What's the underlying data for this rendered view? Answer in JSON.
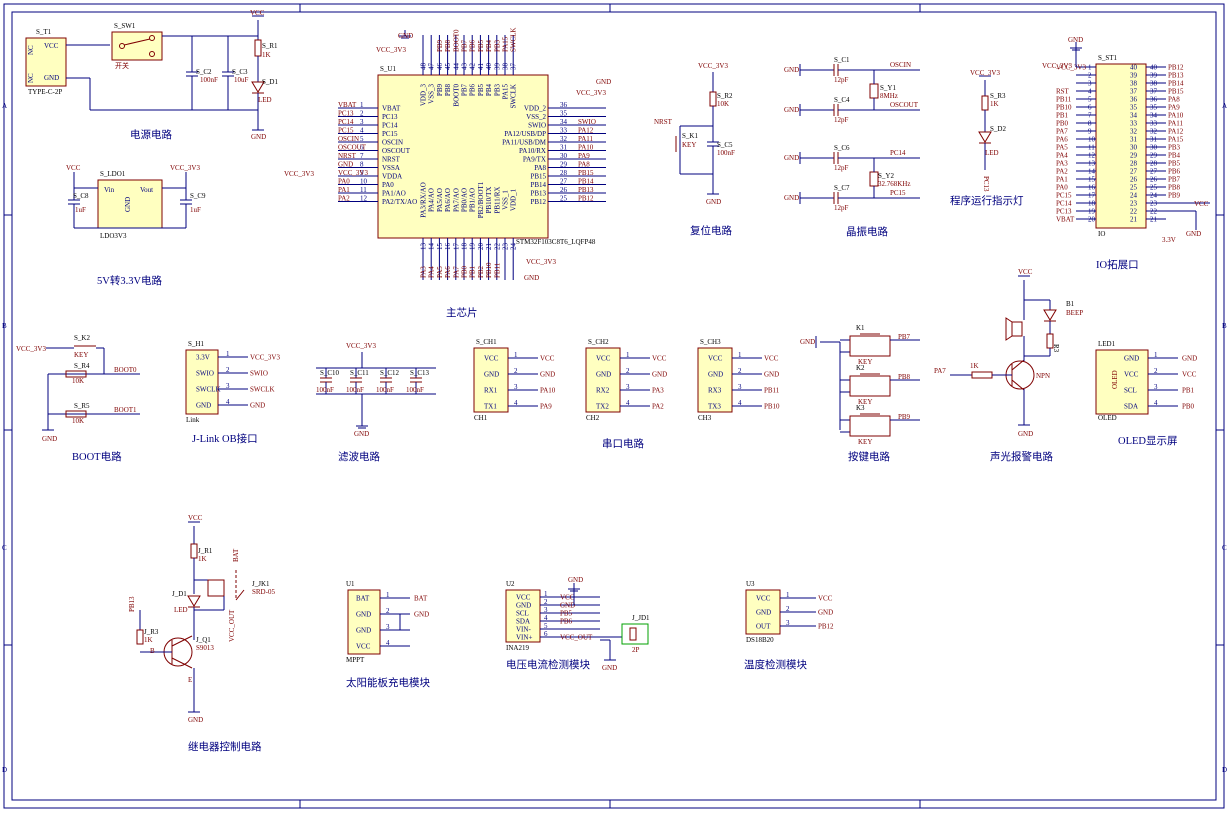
{
  "sheet": {
    "border_color": "#00007f",
    "wire_color": "#00007f",
    "body_color": "#7f0000",
    "fill_color": "#ffffc0",
    "zone_letters": [
      "A",
      "B",
      "C",
      "D"
    ]
  },
  "captions": {
    "power": "电源电路",
    "ldo": "5V转3.3V电路",
    "mcu": "主芯片",
    "reset": "复位电路",
    "crystal": "晶振电路",
    "led": "程序运行指示灯",
    "io": "IO拓展口",
    "boot": "BOOT电路",
    "jlink": "J-Link OB接口",
    "filter": "滤波电路",
    "serial": "串口电路",
    "keys": "按键电路",
    "alarm": "声光报警电路",
    "oled": "OLED显示屏",
    "relay": "继电器控制电路",
    "solar": "太阳能板充电模块",
    "ina": "电压电流检测模块",
    "temp": "温度检测模块"
  },
  "power": {
    "t1": "S_T1",
    "t1_part": "TYPE-C-2P",
    "t1_pins": [
      "VCC",
      "GND"
    ],
    "nc": "NC",
    "sw1": "S_SW1",
    "sw1_label": "开关",
    "c2": "S_C2",
    "c2_val": "100nF",
    "c3": "S_C3",
    "c3_val": "10uF",
    "r1": "S_R1",
    "r1_val": "1K",
    "d1": "S_D1",
    "d1_val": "LED",
    "vcc": "VCC",
    "gnd": "GND"
  },
  "ldo": {
    "des": "S_LDO1",
    "part": "LDO3V3",
    "vin": "Vin",
    "vout": "Vout",
    "gnd": "GND",
    "c8": "S_C8",
    "c9": "S_C9",
    "cval": "1uF",
    "vcc": "VCC",
    "v33": "VCC_3V3"
  },
  "mcu": {
    "des": "S_U1",
    "part": "STM32F103C8T6_LQFP48",
    "left": [
      {
        "n": "1",
        "name": "VBAT",
        "net": "VBAT"
      },
      {
        "n": "2",
        "name": "PC13",
        "net": "PC13"
      },
      {
        "n": "3",
        "name": "PC14",
        "net": "PC14"
      },
      {
        "n": "4",
        "name": "PC15",
        "net": "PC15"
      },
      {
        "n": "5",
        "name": "OSCIN",
        "net": "OSCIN"
      },
      {
        "n": "6",
        "name": "OSCOUT",
        "net": "OSCOUT"
      },
      {
        "n": "7",
        "name": "NRST",
        "net": "NRST"
      },
      {
        "n": "8",
        "name": "VSSA",
        "net": "GND"
      },
      {
        "n": "9",
        "name": "VDDA",
        "net": "VCC_3V3"
      },
      {
        "n": "10",
        "name": "PA0",
        "net": "PA0"
      },
      {
        "n": "11",
        "name": "PA1/AO",
        "net": "PA1"
      },
      {
        "n": "12",
        "name": "PA2/TX/AO",
        "net": "PA2"
      }
    ],
    "right": [
      {
        "n": "36",
        "name": "VDD_2",
        "net": ""
      },
      {
        "n": "35",
        "name": "VSS_2",
        "net": ""
      },
      {
        "n": "34",
        "name": "SWIO",
        "net": "SWIO"
      },
      {
        "n": "33",
        "name": "PA12/USB/DP",
        "net": "PA12"
      },
      {
        "n": "32",
        "name": "PA11/USB/DM",
        "net": "PA11"
      },
      {
        "n": "31",
        "name": "PA10/RX",
        "net": "PA10"
      },
      {
        "n": "30",
        "name": "PA9/TX",
        "net": "PA9"
      },
      {
        "n": "29",
        "name": "PA8",
        "net": "PA8"
      },
      {
        "n": "28",
        "name": "PB15",
        "net": "PB15"
      },
      {
        "n": "27",
        "name": "PB14",
        "net": "PB14"
      },
      {
        "n": "26",
        "name": "PB13",
        "net": "PB13"
      },
      {
        "n": "25",
        "name": "PB12",
        "net": "PB12"
      }
    ],
    "top": [
      {
        "n": "48",
        "name": "VDD_3",
        "net": ""
      },
      {
        "n": "47",
        "name": "VSS_3",
        "net": ""
      },
      {
        "n": "46",
        "name": "PB9",
        "net": "PB9"
      },
      {
        "n": "45",
        "name": "PB8",
        "net": "PB8"
      },
      {
        "n": "44",
        "name": "BOOT0",
        "net": "BOOT0"
      },
      {
        "n": "43",
        "name": "PB7",
        "net": "PB7"
      },
      {
        "n": "42",
        "name": "PB6",
        "net": "PB6"
      },
      {
        "n": "41",
        "name": "PB5",
        "net": "PB5"
      },
      {
        "n": "40",
        "name": "PB4",
        "net": "PB4"
      },
      {
        "n": "39",
        "name": "PB3",
        "net": "PB3"
      },
      {
        "n": "38",
        "name": "PA15",
        "net": "PA15"
      },
      {
        "n": "37",
        "name": "SWCLK",
        "net": "SWCLK"
      }
    ],
    "bottom": [
      {
        "n": "13",
        "name": "PA3/RX/AO",
        "net": "PA3"
      },
      {
        "n": "14",
        "name": "PA4/AO",
        "net": "PA4"
      },
      {
        "n": "15",
        "name": "PA5/AO",
        "net": "PA5"
      },
      {
        "n": "16",
        "name": "PA6/AO",
        "net": "PA6"
      },
      {
        "n": "17",
        "name": "PA7/AO",
        "net": "PA7"
      },
      {
        "n": "18",
        "name": "PB0/AO",
        "net": "PB0"
      },
      {
        "n": "19",
        "name": "PB1/AO",
        "net": "PB1"
      },
      {
        "n": "20",
        "name": "PB2/BOOT1",
        "net": "PB2"
      },
      {
        "n": "21",
        "name": "PB10/TX",
        "net": "PB10"
      },
      {
        "n": "22",
        "name": "PB11/RX",
        "net": "PB11"
      },
      {
        "n": "23",
        "name": "VSS_1",
        "net": ""
      },
      {
        "n": "24",
        "name": "VDD_1",
        "net": ""
      }
    ],
    "vcc33": "VCC_3V3",
    "gnd": "GND"
  },
  "reset": {
    "r2": "S_R2",
    "r2_val": "10K",
    "k1": "S_K1",
    "k1_val": "KEY",
    "c5": "S_C5",
    "c5_val": "100nF",
    "nrst": "NRST",
    "v33": "VCC_3V3",
    "gnd": "GND"
  },
  "crystal": {
    "c1": "S_C1",
    "c4": "S_C4",
    "c6": "S_C6",
    "c7": "S_C7",
    "cval": "12pF",
    "y1": "S_Y1",
    "y1_val": "8MHz",
    "y2": "S_Y2",
    "y2_val": "32.768KHz",
    "oscin": "OSCIN",
    "oscout": "OSCOUT",
    "pc14": "PC14",
    "pc15": "PC15",
    "gnd": "GND"
  },
  "led": {
    "r3": "S_R3",
    "r3_val": "1K",
    "d2": "S_D2",
    "d2_val": "LED",
    "net": "PC13",
    "v33": "VCC_3V3"
  },
  "io": {
    "des": "S_ST1",
    "part": "IO",
    "v33": "VCC_3V3",
    "gnd": "GND",
    "vcc": "VCC",
    "v33b": "3.3V",
    "left": [
      "VCC_3V3",
      "",
      "",
      "RST",
      "PB11",
      "PB10",
      "PB1",
      "PB0",
      "PA7",
      "PA6",
      "PA5",
      "PA4",
      "PA3",
      "PA2",
      "PA1",
      "PA0",
      "PC15",
      "PC14",
      "PC13",
      "VBAT"
    ],
    "right": [
      "PB12",
      "PB13",
      "PB14",
      "PB15",
      "PA8",
      "PA9",
      "PA10",
      "PA11",
      "PA12",
      "PA15",
      "PB3",
      "PB4",
      "PB5",
      "PB6",
      "PB7",
      "PB8",
      "PB9",
      "",
      "",
      ""
    ],
    "lnum": [
      "1",
      "2",
      "3",
      "4",
      "5",
      "6",
      "7",
      "8",
      "9",
      "10",
      "11",
      "12",
      "13",
      "14",
      "15",
      "16",
      "17",
      "18",
      "19",
      "20"
    ],
    "rnum": [
      "40",
      "39",
      "38",
      "37",
      "36",
      "35",
      "34",
      "33",
      "32",
      "31",
      "30",
      "29",
      "28",
      "27",
      "26",
      "25",
      "24",
      "23",
      "22",
      "21"
    ]
  },
  "boot": {
    "k2": "S_K2",
    "k2_val": "KEY",
    "r4": "S_R4",
    "r5": "S_R5",
    "rval": "10K",
    "boot0": "BOOT0",
    "boot1": "BOOT1",
    "v33": "VCC_3V3",
    "gnd": "GND"
  },
  "jlink": {
    "des": "S_H1",
    "part": "Link",
    "pins": [
      {
        "n": "1",
        "name": "3.3V",
        "net": "VCC_3V3"
      },
      {
        "n": "2",
        "name": "SWIO",
        "net": "SWIO"
      },
      {
        "n": "3",
        "name": "SWCLK",
        "net": "SWCLK"
      },
      {
        "n": "4",
        "name": "GND",
        "net": "GND"
      }
    ]
  },
  "filter": {
    "caps": [
      "S_C10",
      "S_C11",
      "S_C12",
      "S_C13"
    ],
    "cval": "100nF",
    "v33": "VCC_3V3",
    "gnd": "GND"
  },
  "serial": [
    {
      "des": "S_CH1",
      "part": "CH1",
      "pins": [
        "VCC",
        "GND",
        "RX1",
        "TX1"
      ],
      "nets": [
        "VCC",
        "GND",
        "PA10",
        "PA9"
      ]
    },
    {
      "des": "S_CH2",
      "part": "CH2",
      "pins": [
        "VCC",
        "GND",
        "RX2",
        "TX2"
      ],
      "nets": [
        "VCC",
        "GND",
        "PA3",
        "PA2"
      ]
    },
    {
      "des": "S_CH3",
      "part": "CH3",
      "pins": [
        "VCC",
        "GND",
        "RX3",
        "TX3"
      ],
      "nets": [
        "VCC",
        "GND",
        "PB11",
        "PB10"
      ]
    }
  ],
  "keys": {
    "gnd": "GND",
    "items": [
      {
        "des": "K1",
        "val": "KEY",
        "net": "PB7"
      },
      {
        "des": "K2",
        "val": "KEY",
        "net": "PB8"
      },
      {
        "des": "K3",
        "val": "KEY",
        "net": "PB9"
      }
    ]
  },
  "alarm": {
    "b1": "B1",
    "b1_val": "BEEP",
    "r": "1K",
    "q": "NPN",
    "pa7": "PA7",
    "vcc": "VCC",
    "gnd": "GND",
    "r3": "R3"
  },
  "oled": {
    "des": "LED1",
    "part": "OLED",
    "body": "OLED",
    "pins": [
      {
        "n": "1",
        "name": "GND",
        "net": "GND"
      },
      {
        "n": "2",
        "name": "VCC",
        "net": "VCC"
      },
      {
        "n": "3",
        "name": "SCL",
        "net": "PB1"
      },
      {
        "n": "4",
        "name": "SDA",
        "net": "PB0"
      }
    ]
  },
  "relay": {
    "r1": "J_R1",
    "r1_val": "1K",
    "d1": "J_D1",
    "d1_val": "LED",
    "jk": "J_JK1",
    "jk_val": "SRD-05",
    "q1": "J_Q1",
    "q1_val": "S9013",
    "r3": "J_R3",
    "r3_val": "1K",
    "pb13": "PB13",
    "bat": "BAT",
    "vcc_out": "VCC_OUT",
    "vcc": "VCC",
    "gnd": "GND",
    "b": "B",
    "e": "E"
  },
  "solar": {
    "des": "U1",
    "part": "MPPT",
    "pins": [
      {
        "n": "1",
        "name": "BAT",
        "net": "BAT"
      },
      {
        "n": "2",
        "name": "GND",
        "net": "GND"
      },
      {
        "n": "3",
        "name": "GND",
        "net": ""
      },
      {
        "n": "4",
        "name": "VCC",
        "net": ""
      }
    ]
  },
  "ina": {
    "des": "U2",
    "part": "INA219",
    "pins": [
      {
        "n": "1",
        "name": "VCC",
        "net": "VCC"
      },
      {
        "n": "2",
        "name": "GND",
        "net": "GND"
      },
      {
        "n": "3",
        "name": "SCL",
        "net": "PB5"
      },
      {
        "n": "4",
        "name": "SDA",
        "net": "PB6"
      },
      {
        "n": "5",
        "name": "VIN-",
        "net": ""
      },
      {
        "n": "6",
        "name": "VIN+",
        "net": "VCC_OUT"
      }
    ],
    "jd": "J_JD1",
    "jd_part": "2P",
    "gnd": "GND"
  },
  "temp": {
    "des": "U3",
    "part": "DS18B20",
    "pins": [
      {
        "n": "1",
        "name": "VCC",
        "net": "VCC"
      },
      {
        "n": "2",
        "name": "GND",
        "net": "GND"
      },
      {
        "n": "3",
        "name": "OUT",
        "net": "PB12"
      }
    ]
  }
}
